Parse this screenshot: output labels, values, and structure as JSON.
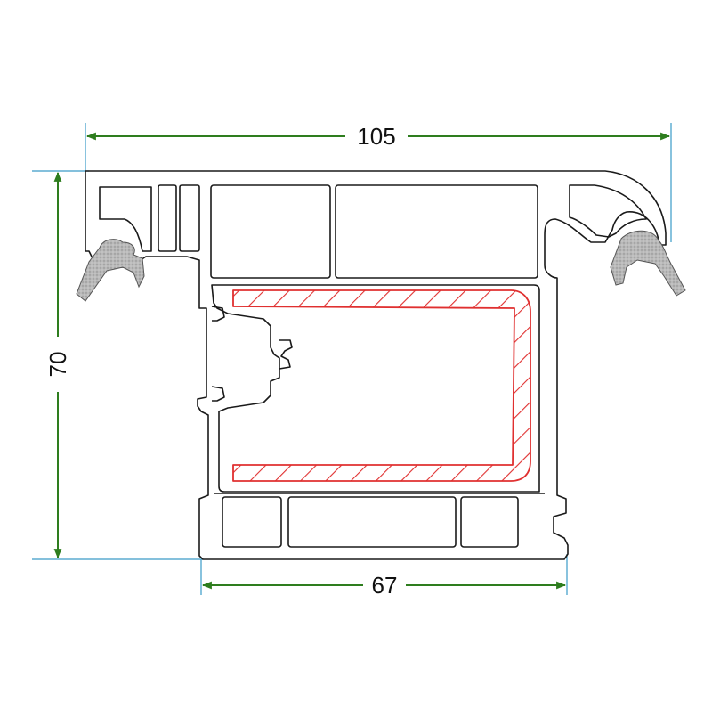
{
  "dimensions": {
    "width_label": "105",
    "height_label": "70",
    "inner_width_label": "67"
  },
  "colors": {
    "dimension_line": "#2e7d1e",
    "extension_line": "#3a9bc8",
    "profile_outline": "#1a1a1a",
    "reinforcement": "#e03030",
    "gasket_fill": "#b4b4b4",
    "background": "#ffffff"
  }
}
